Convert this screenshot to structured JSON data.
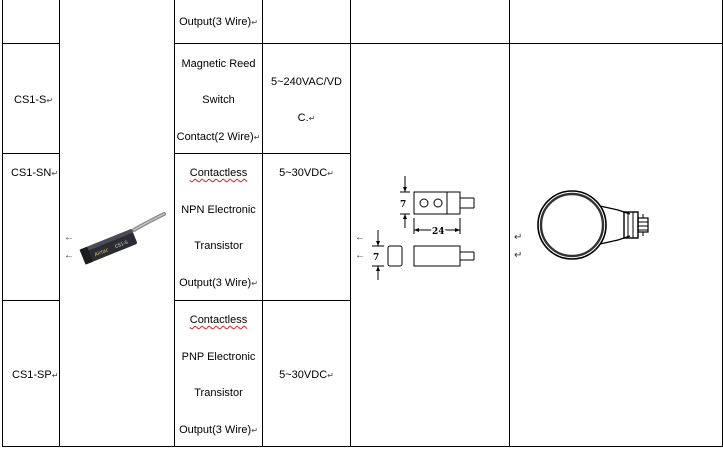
{
  "rows": [
    {
      "desc_tail": "Output(3 Wire)"
    },
    {
      "model": "CS1-S",
      "desc": [
        "Magnetic Reed",
        "Switch",
        "Contact(2 Wire)"
      ],
      "voltage": [
        "5~240VAC/VD",
        "C."
      ]
    },
    {
      "model": "CS1-SN",
      "desc": [
        "Contactless",
        "NPN Electronic",
        "Transistor",
        "Output(3 Wire)"
      ],
      "voltage": [
        "5~30VDC"
      ]
    },
    {
      "model": "CS1-SP",
      "desc": [
        "Contactless",
        "PNP Electronic",
        "Transistor",
        "Output(3 Wire)"
      ],
      "voltage": [
        "5~30VDC"
      ]
    }
  ],
  "sensor_image": {
    "label": "CS1-S"
  },
  "dimensions": {
    "height": "7",
    "length": "24"
  },
  "marks": {
    "return": "↵",
    "left": "←",
    "tick": "↵"
  }
}
